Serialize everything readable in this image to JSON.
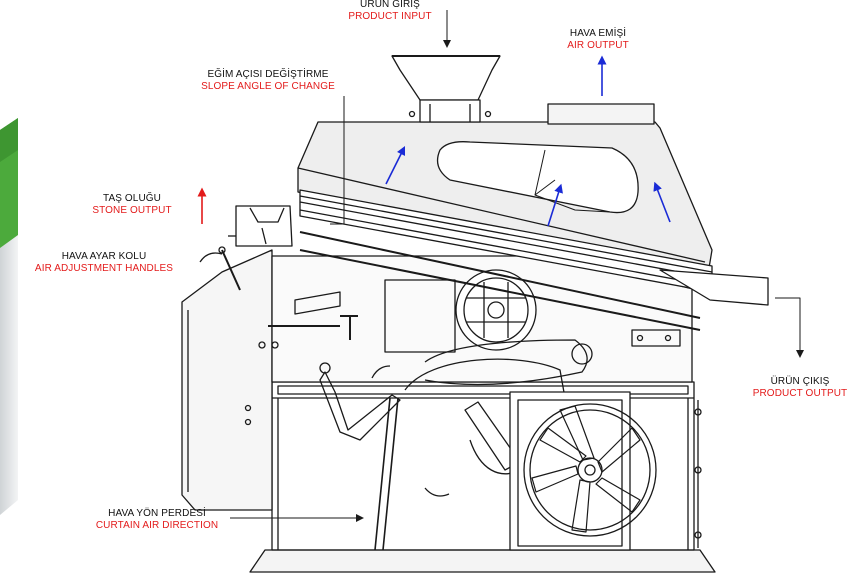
{
  "labels": {
    "product_input": {
      "tr": "ÜRÜN GİRİŞ",
      "en": "PRODUCT INPUT"
    },
    "air_output": {
      "tr": "HAVA EMİŞİ",
      "en": "AIR OUTPUT"
    },
    "slope_angle": {
      "tr": "EĞİM AÇISI DEĞİŞTİRME",
      "en": "SLOPE ANGLE OF CHANGE"
    },
    "stone_output": {
      "tr": "TAŞ OLUĞU",
      "en": "STONE OUTPUT"
    },
    "air_adjustment": {
      "tr": "HAVA AYAR KOLU",
      "en": "AIR ADJUSTMENT HANDLES"
    },
    "product_output": {
      "tr": "ÜRÜN ÇIKIŞ",
      "en": "PRODUCT OUTPUT"
    },
    "curtain_air": {
      "tr": "HAVA YÖN PERDESİ",
      "en": "CURTAIN AIR DIRECTION"
    }
  },
  "colors": {
    "label_text": "#111111",
    "label_translation": "#e31b1b",
    "air_arrow": "#1a2bd6",
    "stone_arrow": "#e31b1b",
    "outline": "#1a1a1a",
    "housing_fill": "#eeeeee",
    "side_photo_green": "#4caa3c"
  }
}
